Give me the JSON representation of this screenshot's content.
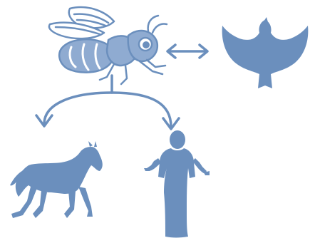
{
  "colors": {
    "background": "#ffffff",
    "figure_fill": "#6b8fbd",
    "figure_fill_light": "#8fabd1",
    "line": "#6b8fbd"
  },
  "figures": [
    {
      "id": "insect",
      "icon": "insect-icon",
      "position": "top-center"
    },
    {
      "id": "bird",
      "icon": "bird-icon",
      "position": "top-right"
    },
    {
      "id": "horse",
      "icon": "horse-icon",
      "position": "bottom-left"
    },
    {
      "id": "human",
      "icon": "human-icon",
      "position": "bottom-center"
    }
  ],
  "connections": [
    {
      "from": "insect",
      "to": "bird",
      "type": "bidirectional-arrow",
      "icon": "double-arrow-icon"
    },
    {
      "from": "insect",
      "to": "horse",
      "type": "branching-arrow",
      "icon": "curved-arrow-icon"
    },
    {
      "from": "insect",
      "to": "human",
      "type": "branching-arrow",
      "icon": "curved-arrow-icon"
    }
  ]
}
